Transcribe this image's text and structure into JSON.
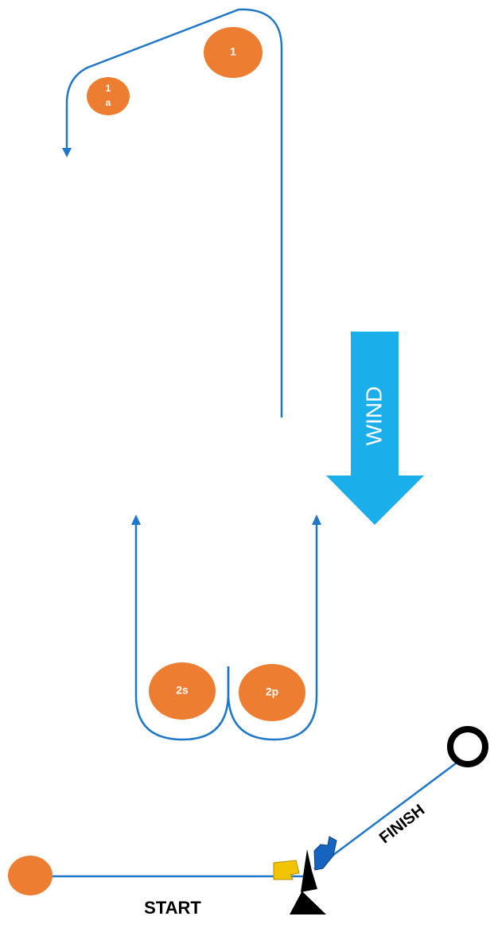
{
  "course": {
    "marks": {
      "mark_1": {
        "label": "1"
      },
      "mark_1a": {
        "label_line1": "1",
        "label_line2": "a"
      },
      "mark_2s": {
        "label": "2s"
      },
      "mark_2p": {
        "label": "2p"
      }
    },
    "wind": {
      "label": "WIND"
    },
    "start": {
      "label": "START"
    },
    "finish": {
      "label": "FINISH"
    }
  },
  "colors": {
    "course_line": "#1f77c9",
    "mark_fill": "#ed7d31",
    "wind_arrow": "#1aaeea",
    "committee_boat": "#000000",
    "finish_buoy": "#000000",
    "start_flag": "#f2c300",
    "finish_flag": "#1565c0"
  },
  "icons": {
    "mark": "orange-buoy-icon",
    "finish_buoy": "ring-buoy-icon",
    "committee_boat": "committee-boat-icon",
    "wind_arrow": "arrow-down-icon"
  }
}
